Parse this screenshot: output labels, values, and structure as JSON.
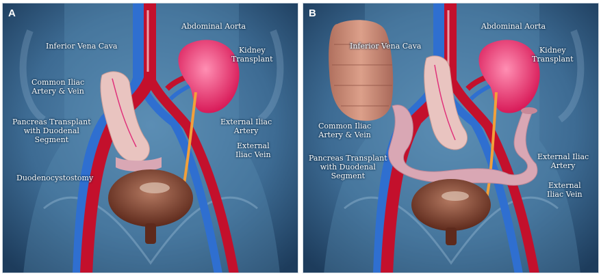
{
  "panels": [
    {
      "letter": "A",
      "labels": {
        "abdominal_aorta": "Abdominal Aorta",
        "inferior_vena_cava": "Inferior Vena Cava",
        "kidney_transplant": "Kidney\nTransplant",
        "common_iliac": "Common Iliac\nArtery & Vein",
        "pancreas_transplant": "Pancreas Transplant\nwith Duodenal\nSegment",
        "external_iliac_artery": "External Iliac\nArtery",
        "external_iliac_vein": "External\nIliac Vein",
        "duodenocystostomy": "Duodenocystostomy"
      }
    },
    {
      "letter": "B",
      "labels": {
        "abdominal_aorta": "Abdominal Aorta",
        "inferior_vena_cava": "Inferior Vena Cava",
        "kidney_transplant": "Kidney\nTransplant",
        "common_iliac": "Common Iliac\nArtery & Vein",
        "pancreas_transplant": "Pancreas Transplant\nwith Duodenal\nSegment",
        "external_iliac_artery": "External Iliac\nArtery",
        "external_iliac_vein": "External\nIliac Vein"
      }
    }
  ],
  "colors": {
    "background": "#3f6f96",
    "artery": "#c3102c",
    "vein": "#2f6fd0",
    "kidney": "#f0427a",
    "pancreas": "#e9c4c0",
    "bladder": "#7a3b2a",
    "ureter": "#f2a03a",
    "intestine": "#c98a7a"
  }
}
